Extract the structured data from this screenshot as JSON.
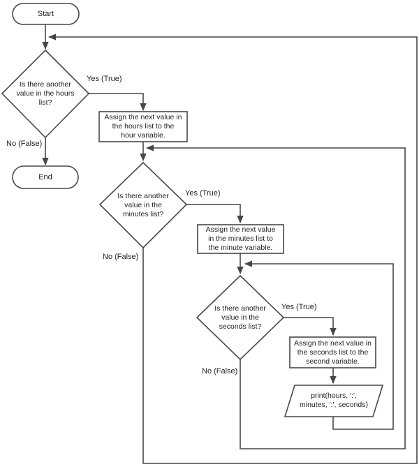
{
  "colors": {
    "line": "#474747",
    "text": "#222222",
    "background": "#ffffff"
  },
  "nodes": {
    "start": {
      "label": "Start"
    },
    "end": {
      "label": "End"
    },
    "hours_decision": {
      "lines": [
        "Is there another",
        "value in the hours",
        "list?"
      ]
    },
    "hours_process": {
      "lines": [
        "Assign the next value in",
        "the hours list to the",
        "hour variable."
      ]
    },
    "minutes_decision": {
      "lines": [
        "Is there another",
        "value in the",
        "minutes list?"
      ]
    },
    "minutes_process": {
      "lines": [
        "Assign the next value",
        "in the minutes list to",
        "the minute variable."
      ]
    },
    "seconds_decision": {
      "lines": [
        "Is there another",
        "value in the",
        "seconds list?"
      ]
    },
    "seconds_process": {
      "lines": [
        "Assign the next value in",
        "the seconds list to the",
        "second variable."
      ]
    },
    "print_output": {
      "lines": [
        "print(hours, ':',",
        "minutes, ':', seconds)"
      ]
    }
  },
  "edge_labels": {
    "hours_yes": "Yes (True)",
    "hours_no": "No (False)",
    "minutes_yes": "Yes (True)",
    "minutes_no": "No (False)",
    "seconds_yes": "Yes (True)",
    "seconds_no": "No (False)"
  }
}
